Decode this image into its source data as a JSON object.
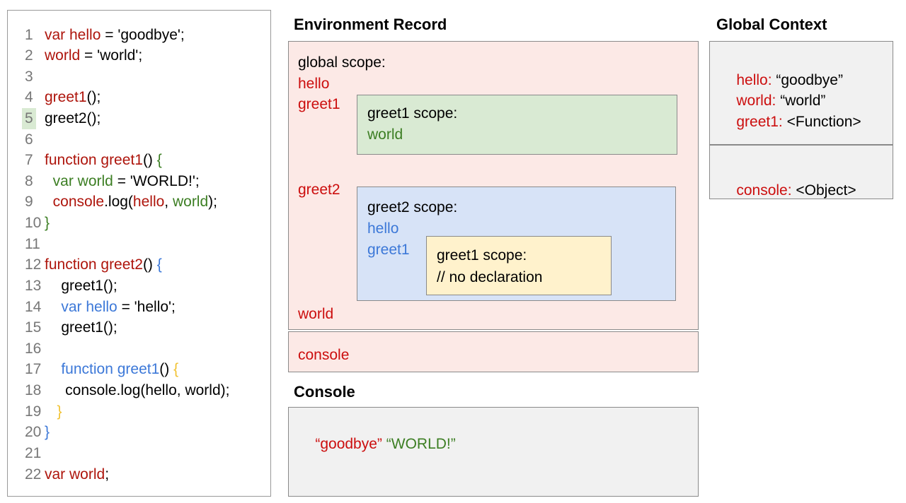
{
  "titles": {
    "environment_record": "Environment Record",
    "console": "Console",
    "global_context": "Global Context"
  },
  "code_panel": {
    "highlighted_line": 5,
    "lines": [
      {
        "n": 1,
        "segs": [
          {
            "t": "var hello",
            "c": "r"
          },
          {
            "t": " = 'goodbye';",
            "c": "k"
          }
        ]
      },
      {
        "n": 2,
        "segs": [
          {
            "t": "world",
            "c": "r"
          },
          {
            "t": " = 'world';",
            "c": "k"
          }
        ]
      },
      {
        "n": 3,
        "segs": []
      },
      {
        "n": 4,
        "segs": [
          {
            "t": "greet1",
            "c": "r"
          },
          {
            "t": "();",
            "c": "k"
          }
        ]
      },
      {
        "n": 5,
        "segs": [
          {
            "t": "greet2();",
            "c": "k"
          }
        ]
      },
      {
        "n": 6,
        "segs": []
      },
      {
        "n": 7,
        "segs": [
          {
            "t": "function greet1",
            "c": "r"
          },
          {
            "t": "() ",
            "c": "k"
          },
          {
            "t": "{",
            "c": "g"
          }
        ]
      },
      {
        "n": 8,
        "segs": [
          {
            "t": "  ",
            "c": "k"
          },
          {
            "t": "var world",
            "c": "g"
          },
          {
            "t": " = 'WORLD!';",
            "c": "k"
          }
        ]
      },
      {
        "n": 9,
        "segs": [
          {
            "t": "  ",
            "c": "k"
          },
          {
            "t": "console",
            "c": "r"
          },
          {
            "t": ".log(",
            "c": "k"
          },
          {
            "t": "hello",
            "c": "r"
          },
          {
            "t": ", ",
            "c": "k"
          },
          {
            "t": "world",
            "c": "g"
          },
          {
            "t": ");",
            "c": "k"
          }
        ]
      },
      {
        "n": 10,
        "segs": [
          {
            "t": "}",
            "c": "g"
          }
        ]
      },
      {
        "n": 11,
        "segs": []
      },
      {
        "n": 12,
        "segs": [
          {
            "t": "function greet2",
            "c": "r"
          },
          {
            "t": "() ",
            "c": "k"
          },
          {
            "t": "{",
            "c": "b"
          }
        ]
      },
      {
        "n": 13,
        "segs": [
          {
            "t": "    greet1();",
            "c": "k"
          }
        ]
      },
      {
        "n": 14,
        "segs": [
          {
            "t": "    ",
            "c": "k"
          },
          {
            "t": "var hello",
            "c": "b"
          },
          {
            "t": " = 'hello';",
            "c": "k"
          }
        ]
      },
      {
        "n": 15,
        "segs": [
          {
            "t": "    greet1();",
            "c": "k"
          }
        ]
      },
      {
        "n": 16,
        "segs": []
      },
      {
        "n": 17,
        "segs": [
          {
            "t": "    ",
            "c": "k"
          },
          {
            "t": "function greet1",
            "c": "b"
          },
          {
            "t": "() ",
            "c": "k"
          },
          {
            "t": "{",
            "c": "y"
          }
        ]
      },
      {
        "n": 18,
        "segs": [
          {
            "t": "     console.log(hello, world);",
            "c": "k"
          }
        ]
      },
      {
        "n": 19,
        "segs": [
          {
            "t": "   }",
            "c": "y"
          }
        ]
      },
      {
        "n": 20,
        "segs": [
          {
            "t": "}",
            "c": "b"
          }
        ]
      },
      {
        "n": 21,
        "segs": []
      },
      {
        "n": 22,
        "segs": [
          {
            "t": "var world",
            "c": "r"
          },
          {
            "t": ";",
            "c": "k"
          }
        ]
      }
    ]
  },
  "environment_record": {
    "global_scope_label": "global scope:",
    "hello": "hello",
    "greet1": "greet1",
    "greet2": "greet2",
    "world": "world",
    "console": "console",
    "greet1_scope": {
      "label": "greet1 scope:",
      "world": "world"
    },
    "greet2_scope": {
      "label": "greet2 scope:",
      "hello": "hello",
      "greet1": "greet1",
      "inner_greet1_scope": {
        "label": "greet1 scope:",
        "comment": "// no declaration"
      }
    }
  },
  "console_panel": {
    "output_goodbye": "“goodbye” ",
    "output_world": "“WORLD!”"
  },
  "global_context": {
    "entries": [
      {
        "key": "hello:",
        "value": " “goodbye”"
      },
      {
        "key": "world:",
        "value": " “world”"
      },
      {
        "key": "greet1:",
        "value": " <Function>"
      }
    ],
    "console_entry": {
      "key": "console:",
      "value": " <Object>"
    }
  },
  "colors": {
    "global_scope_fill": "#fce9e6",
    "greet1_scope_fill": "#d9ead3",
    "greet2_scope_fill": "#d7e3f7",
    "inner_greet1_scope_fill": "#fff2cc",
    "panel_fill": "#f1f1f1",
    "red": "#cc0e0e",
    "green": "#3c7e23",
    "blue": "#3c78d8",
    "yellow": "#f1c232"
  }
}
